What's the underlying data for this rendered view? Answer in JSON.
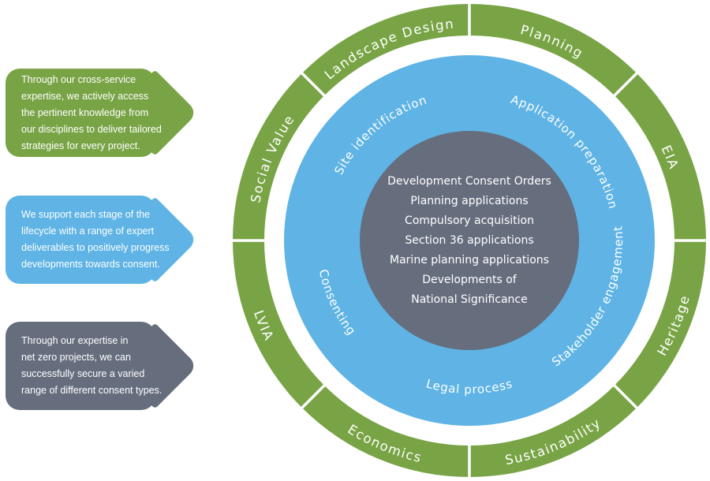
{
  "bubbles": {
    "cross_service": {
      "text": "Through our cross-service\nexpertise, we actively access\nthe pertinent knowledge from\nour disciplines to deliver tailored\nstrategies for every project.",
      "color": "#78a445"
    },
    "lifecycle": {
      "text": "We support each stage of the\nlifecycle with a range of expert\ndeliverables to positively progress\ndevelopments towards consent.",
      "color": "#5fb4e5"
    },
    "net_zero": {
      "text": "Through our expertise in\nnet zero projects, we can\nsuccessfully secure a varied\nrange of different consent types.",
      "color": "#666e7e"
    }
  },
  "wheel": {
    "outer_ring": {
      "color": "#78a445",
      "labels": {
        "landscape_design": "Landscape Design",
        "planning": "Planning",
        "eia": "EIA",
        "heritage": "Heritage",
        "sustainability": "Sustainability",
        "economics": "Economics",
        "lvia": "LVIA",
        "social_value": "Social Value"
      }
    },
    "middle_ring": {
      "color": "#5fb4e5",
      "labels": {
        "site_identification": "Site identification",
        "application_preparation": "Application preparation",
        "stakeholder_engagement": "Stakeholder engagement",
        "legal_process": "Legal process",
        "consenting": "Consenting"
      }
    },
    "center": {
      "color": "#666e7e",
      "lines": {
        "0": "Development Consent Orders",
        "1": "Planning applications",
        "2": "Compulsory acquisition",
        "3": "Section 36 applications",
        "4": "Marine planning applications",
        "5": "Developments of\nNational Significance"
      }
    }
  }
}
